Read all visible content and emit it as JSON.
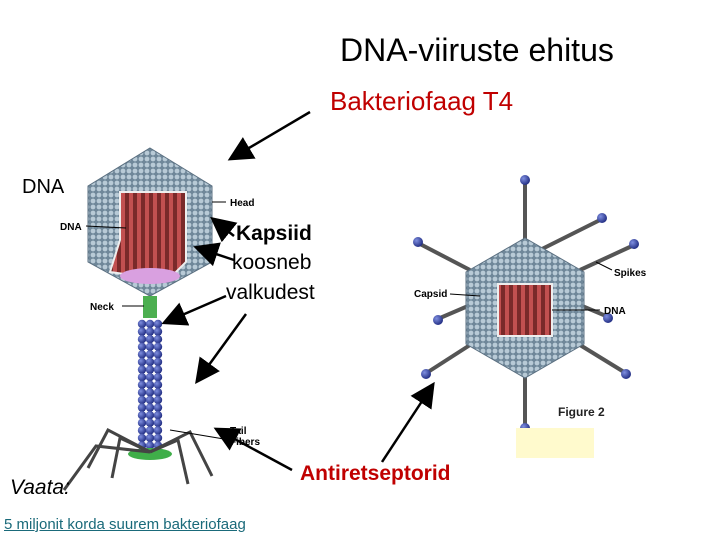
{
  "title": "DNA-viiruste ehitus",
  "subtitle": "Bakteriofaag T4",
  "labels": {
    "dna": "DNA",
    "kapsiid": "Kapsiid",
    "koosneb": "koosneb",
    "valkudest": "valkudest",
    "antiretseptorid": "Antiretseptorid",
    "vaata": "Vaata:"
  },
  "link_text": "5 miljonit korda suurem bakteriofaag",
  "figure_labels": {
    "head": "Head",
    "dna": "DNA",
    "neck": "Neck",
    "tail": "Tail",
    "fibers": "Fibers",
    "capsid": "Capsid",
    "spikes": "Spikes",
    "dna2": "DNA",
    "figure2": "Figure 2"
  },
  "colors": {
    "title": "#000000",
    "subtitle": "#c00000",
    "antiretseptorid": "#c00000",
    "link": "#1a6a7a",
    "dna_strands": "#9b3a3a",
    "capsid": "#7f96a8",
    "tail": "#2b3aa0",
    "neck": "#4caf50"
  }
}
